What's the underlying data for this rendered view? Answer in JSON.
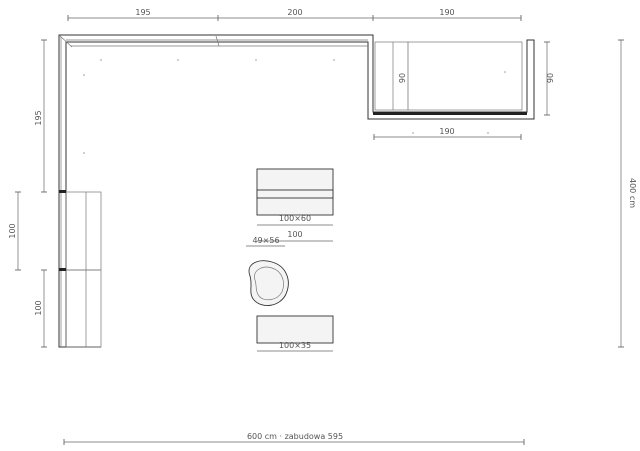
{
  "dimensions": {
    "top_left": "195",
    "top_middle": "200",
    "top_right": "190",
    "left_upper": "195",
    "left_middle": "100",
    "left_lower": "100",
    "right_depth_outer": "90",
    "right_depth_inner": "90",
    "right_bottom": "190",
    "overall_height": "400 cm",
    "overall_width": "600 cm · zabudowa 595"
  },
  "items": {
    "ottoman_large_size": "100×60",
    "ottoman_large_width": "100",
    "pouf_size": "49×56",
    "ottoman_small_size": "100×35"
  },
  "colors": {
    "line": "#333333",
    "dimension": "#666666",
    "background": "#ffffff"
  }
}
